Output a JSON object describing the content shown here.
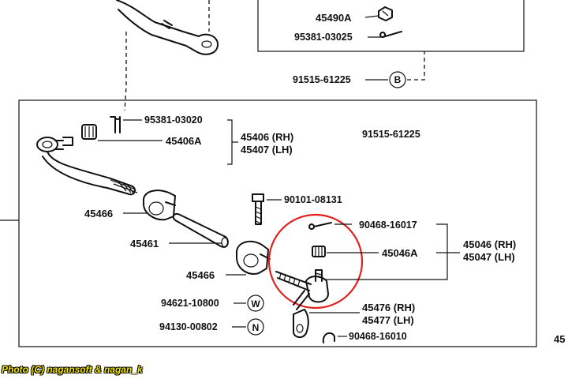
{
  "diagram": {
    "upper_box": {
      "labels": [
        "45490A",
        "95381-03025",
        "91515-61225"
      ],
      "badge": "B"
    },
    "main_box": {
      "labels": {
        "cotter_pin_top": "95381-03020",
        "nut_top": "45406A",
        "end_rh": "45406 (RH)",
        "end_lh": "45407 (LH)",
        "ref_part": "91515-61225",
        "bolt": "90101-08131",
        "clamp_left": "45466",
        "tube": "45461",
        "clamp_right": "45466",
        "cotter_pin_right": "90468-16017",
        "nut_right": "45046A",
        "assy_rh": "45046 (RH)",
        "assy_lh": "45047 (LH)",
        "washer": "94621-10800",
        "nut_small": "94130-00802",
        "bracket_rh": "45476 (RH)",
        "bracket_lh": "45477 (LH)",
        "clip": "90468-16010"
      },
      "badges": {
        "washer": "W",
        "nut": "N"
      }
    },
    "edge_label": "45",
    "highlight_color": "#e0201c"
  },
  "footer": {
    "credit": "Photo (C) nagansoft & nagan_k"
  }
}
